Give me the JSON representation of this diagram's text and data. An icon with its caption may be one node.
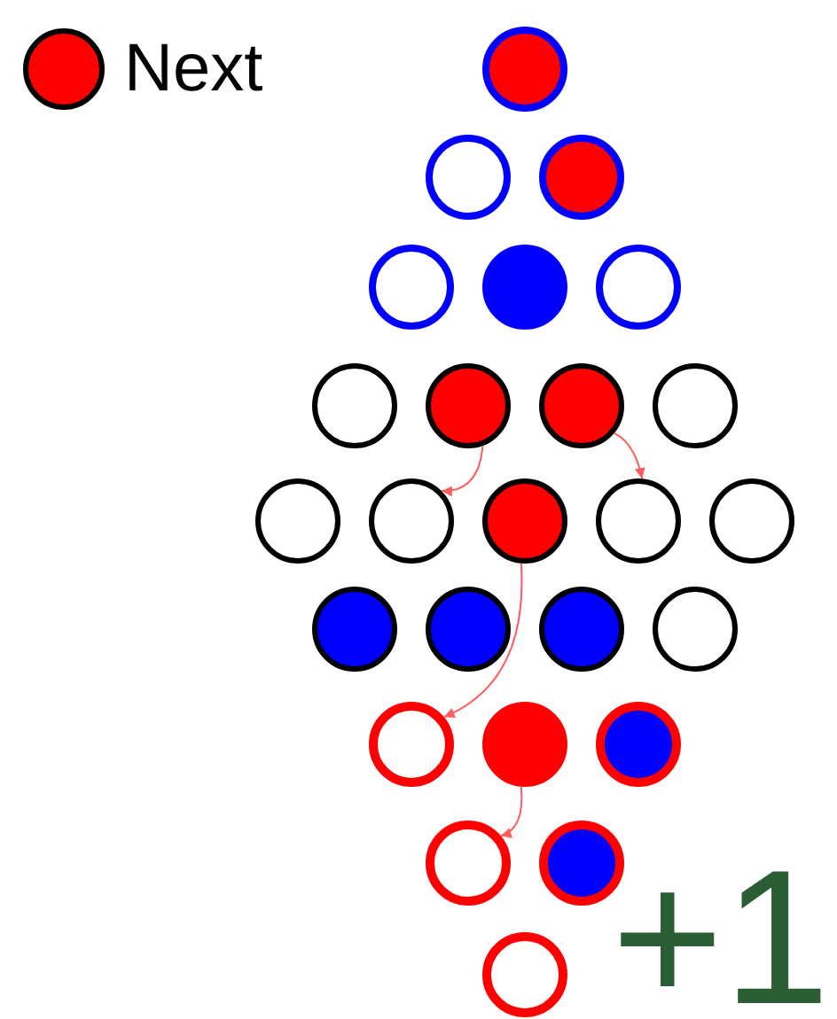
{
  "diagram": {
    "nodes": [
      {
        "text": [],
        "shape": "circle"
      },
      {
        "text": [],
        "shape": "circle"
      },
      {
        "text": [],
        "shape": "circle"
      },
      {
        "text": [],
        "shape": "circle"
      },
      {
        "text": [],
        "shape": "circle"
      },
      {
        "text": [],
        "shape": "circle"
      },
      {
        "text": [],
        "shape": "circle"
      },
      {
        "text": [],
        "shape": "circle"
      },
      {
        "text": [],
        "shape": "circle"
      },
      {
        "text": [],
        "shape": "circle"
      },
      {
        "text": [],
        "shape": "circle"
      },
      {
        "text": [],
        "shape": "circle"
      },
      {
        "text": [],
        "shape": "circle"
      },
      {
        "text": [],
        "shape": "circle"
      },
      {
        "text": [],
        "shape": "circle"
      },
      {
        "text": [],
        "shape": "circle"
      },
      {
        "text": [],
        "shape": "circle"
      },
      {
        "text": [],
        "shape": "circle"
      },
      {
        "text": [],
        "shape": "circle"
      },
      {
        "text": [],
        "shape": "circle"
      },
      {
        "text": [],
        "shape": "circle"
      },
      {
        "text": [],
        "shape": "circle"
      },
      {
        "text": [],
        "shape": "circle"
      },
      {
        "text": [],
        "shape": "circle"
      },
      {
        "text": [],
        "shape": "circle"
      }
    ],
    "edges": [
      {
        "from": 7,
        "to": 11,
        "arrow": "to"
      },
      {
        "from": 8,
        "to": 13,
        "arrow": "to"
      },
      {
        "from": 12,
        "to": 19,
        "arrow": "to"
      },
      {
        "from": 20,
        "to": 22,
        "arrow": "to"
      }
    ],
    "labels": [
      "+1"
    ],
    "legend": [
      {
        "text": "Next",
        "color": "#ff0000"
      }
    ]
  }
}
